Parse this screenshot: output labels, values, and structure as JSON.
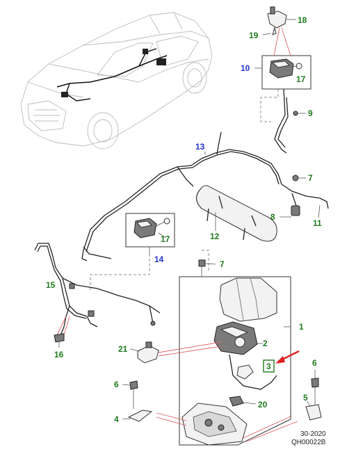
{
  "diagram": {
    "callouts": [
      {
        "id": "c1",
        "text": "1",
        "color": "green"
      },
      {
        "id": "c2",
        "text": "2",
        "color": "green"
      },
      {
        "id": "c3",
        "text": "3",
        "color": "green"
      },
      {
        "id": "c4",
        "text": "4",
        "color": "green"
      },
      {
        "id": "c5",
        "text": "5",
        "color": "green"
      },
      {
        "id": "c6a",
        "text": "6",
        "color": "green"
      },
      {
        "id": "c6b",
        "text": "6",
        "color": "green"
      },
      {
        "id": "c7a",
        "text": "7",
        "color": "green"
      },
      {
        "id": "c7b",
        "text": "7",
        "color": "green"
      },
      {
        "id": "c8",
        "text": "8",
        "color": "green"
      },
      {
        "id": "c9",
        "text": "9",
        "color": "green"
      },
      {
        "id": "c10",
        "text": "10",
        "color": "blue"
      },
      {
        "id": "c11",
        "text": "11",
        "color": "green"
      },
      {
        "id": "c12",
        "text": "12",
        "color": "green"
      },
      {
        "id": "c13",
        "text": "13",
        "color": "blue"
      },
      {
        "id": "c14",
        "text": "14",
        "color": "blue"
      },
      {
        "id": "c15",
        "text": "15",
        "color": "green"
      },
      {
        "id": "c16",
        "text": "16",
        "color": "green"
      },
      {
        "id": "c17a",
        "text": "17",
        "color": "green"
      },
      {
        "id": "c17b",
        "text": "17",
        "color": "green"
      },
      {
        "id": "c18",
        "text": "18",
        "color": "green"
      },
      {
        "id": "c19",
        "text": "19",
        "color": "green"
      },
      {
        "id": "c20",
        "text": "20",
        "color": "green"
      },
      {
        "id": "c21",
        "text": "21",
        "color": "green"
      }
    ],
    "footer": {
      "date": "30-2020",
      "code": "QH00022B"
    },
    "colors": {
      "label_green": "#1f7a1f",
      "label_blue": "#2233cc",
      "arrow_red": "#e02020",
      "highlight_box": "#1f7a1f"
    }
  }
}
